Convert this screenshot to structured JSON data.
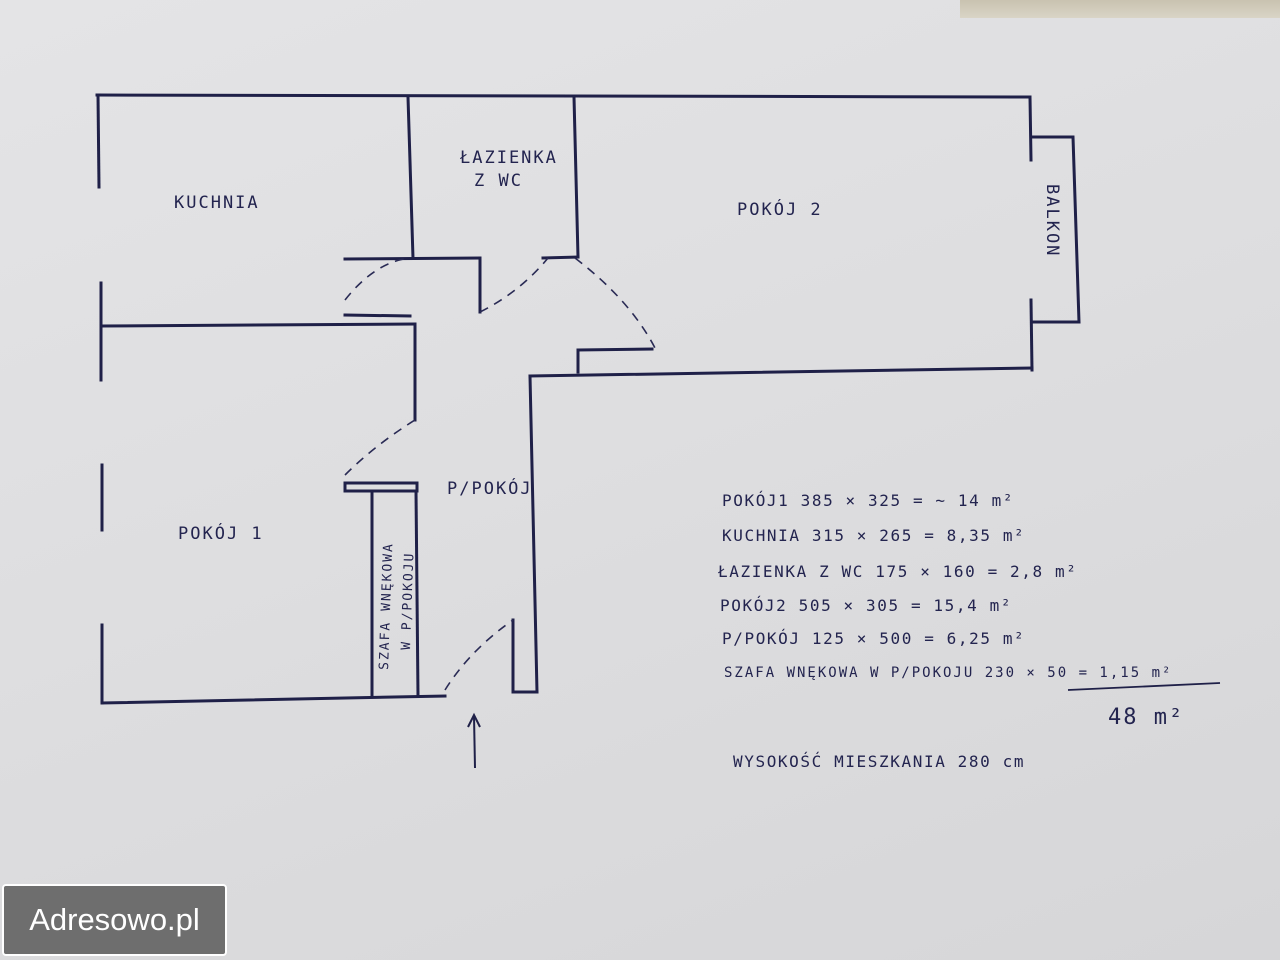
{
  "rooms": {
    "kuchnia": "KUCHNIA",
    "lazienka_line1": "ŁAZIENKA",
    "lazienka_line2": "Z WC",
    "pokoj2": "POKÓJ 2",
    "balkon": "BALKON",
    "pokoj1": "POKÓJ 1",
    "przedpokoj": "P/POKÓJ",
    "szafa_line1": "SZAFA WNĘKOWA",
    "szafa_line2": "W P/POKOJU"
  },
  "areas": [
    "POKÓJ1  385 × 325  =  ~ 14 m²",
    "KUCHNIA  315 × 265 =  8,35 m²",
    "ŁAZIENKA Z WC  175 × 160 = 2,8 m²",
    "POKÓJ2  505 × 305 =  15,4 m²",
    "P/POKÓJ  125 × 500 = 6,25 m²",
    "SZAFA WNĘKOWA  W P/POKOJU  230 × 50 = 1,15 m²"
  ],
  "total": "48 m²",
  "height_note": "WYSOKOŚĆ MIESZKANIA  280 cm",
  "watermark": "Adresowo.pl",
  "ink_color": "#1f2048"
}
